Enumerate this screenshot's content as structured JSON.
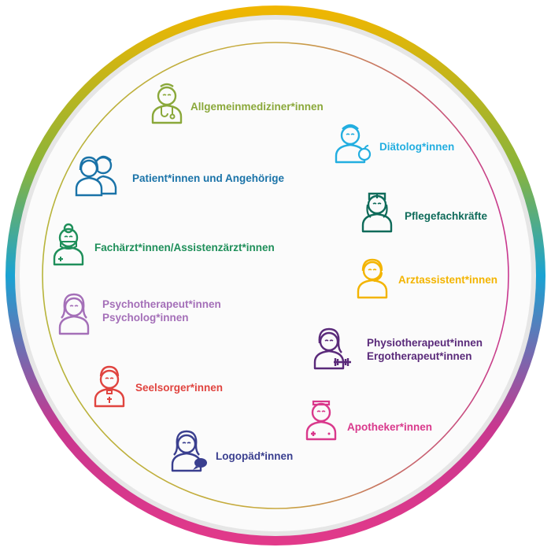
{
  "roles": [
    {
      "id": "allgemein",
      "lines": [
        "Allgemeinmediziner*innen"
      ],
      "color": "#8aa83a",
      "icon": "doctor-stethoscope-icon"
    },
    {
      "id": "diaetolog",
      "lines": [
        "Diätolog*innen"
      ],
      "color": "#23aee0",
      "icon": "person-apple-icon"
    },
    {
      "id": "patienten",
      "lines": [
        "Patient*innen und Angehörige"
      ],
      "color": "#1a73a8",
      "icon": "two-people-icon"
    },
    {
      "id": "pflege",
      "lines": [
        "Pflegefachkräfte"
      ],
      "color": "#0f6b5a",
      "icon": "nurse-cap-icon"
    },
    {
      "id": "facharzt",
      "lines": [
        "Fachärzt*innen/Assistenzärzt*innen"
      ],
      "color": "#1f8f5a",
      "icon": "surgeon-head-mirror-icon"
    },
    {
      "id": "arztassistent",
      "lines": [
        "Arztassistent*innen"
      ],
      "color": "#f3b400",
      "icon": "assistant-headset-icon"
    },
    {
      "id": "psycho",
      "lines": [
        "Psychotherapeut*innen",
        "Psycholog*innen"
      ],
      "color": "#a46fb8",
      "icon": "woman-icon"
    },
    {
      "id": "physio",
      "lines": [
        "Physiotherapeut*innen",
        "Ergotherapeut*innen"
      ],
      "color": "#5a2a7a",
      "icon": "woman-dumbbell-icon"
    },
    {
      "id": "seelsorger",
      "lines": [
        "Seelsorger*innen"
      ],
      "color": "#e0443f",
      "icon": "priest-cross-icon"
    },
    {
      "id": "apotheker",
      "lines": [
        "Apotheker*innen"
      ],
      "color": "#d9398c",
      "icon": "pharmacist-icon"
    },
    {
      "id": "logopaed",
      "lines": [
        "Logopäd*innen"
      ],
      "color": "#3a3f8f",
      "icon": "woman-speech-bubble-icon"
    }
  ],
  "ring": {
    "colors": [
      "#f2b600",
      "#8ab43a",
      "#1aa3d3",
      "#c8378f",
      "#e2398a"
    ]
  }
}
